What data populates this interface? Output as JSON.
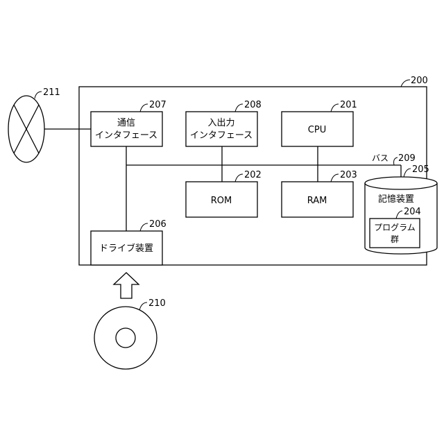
{
  "refs": {
    "system": "200",
    "cpu": "201",
    "rom": "202",
    "ram": "203",
    "programs": "204",
    "storage": "205",
    "drive": "206",
    "comm": "207",
    "io": "208",
    "bus": "209",
    "disk": "210",
    "network": "211"
  },
  "labels": {
    "comm_line1": "通信",
    "comm_line2": "インタフェース",
    "io_line1": "入出力",
    "io_line2": "インタフェース",
    "cpu": "CPU",
    "rom": "ROM",
    "ram": "RAM",
    "storage": "記憶装置",
    "programs_line1": "プログラム",
    "programs_line2": "群",
    "drive": "ドライブ装置",
    "bus": "バス"
  },
  "icons": {
    "network": "network-cloud-icon",
    "disk": "optical-disc-icon",
    "arrow": "up-arrow-icon"
  }
}
